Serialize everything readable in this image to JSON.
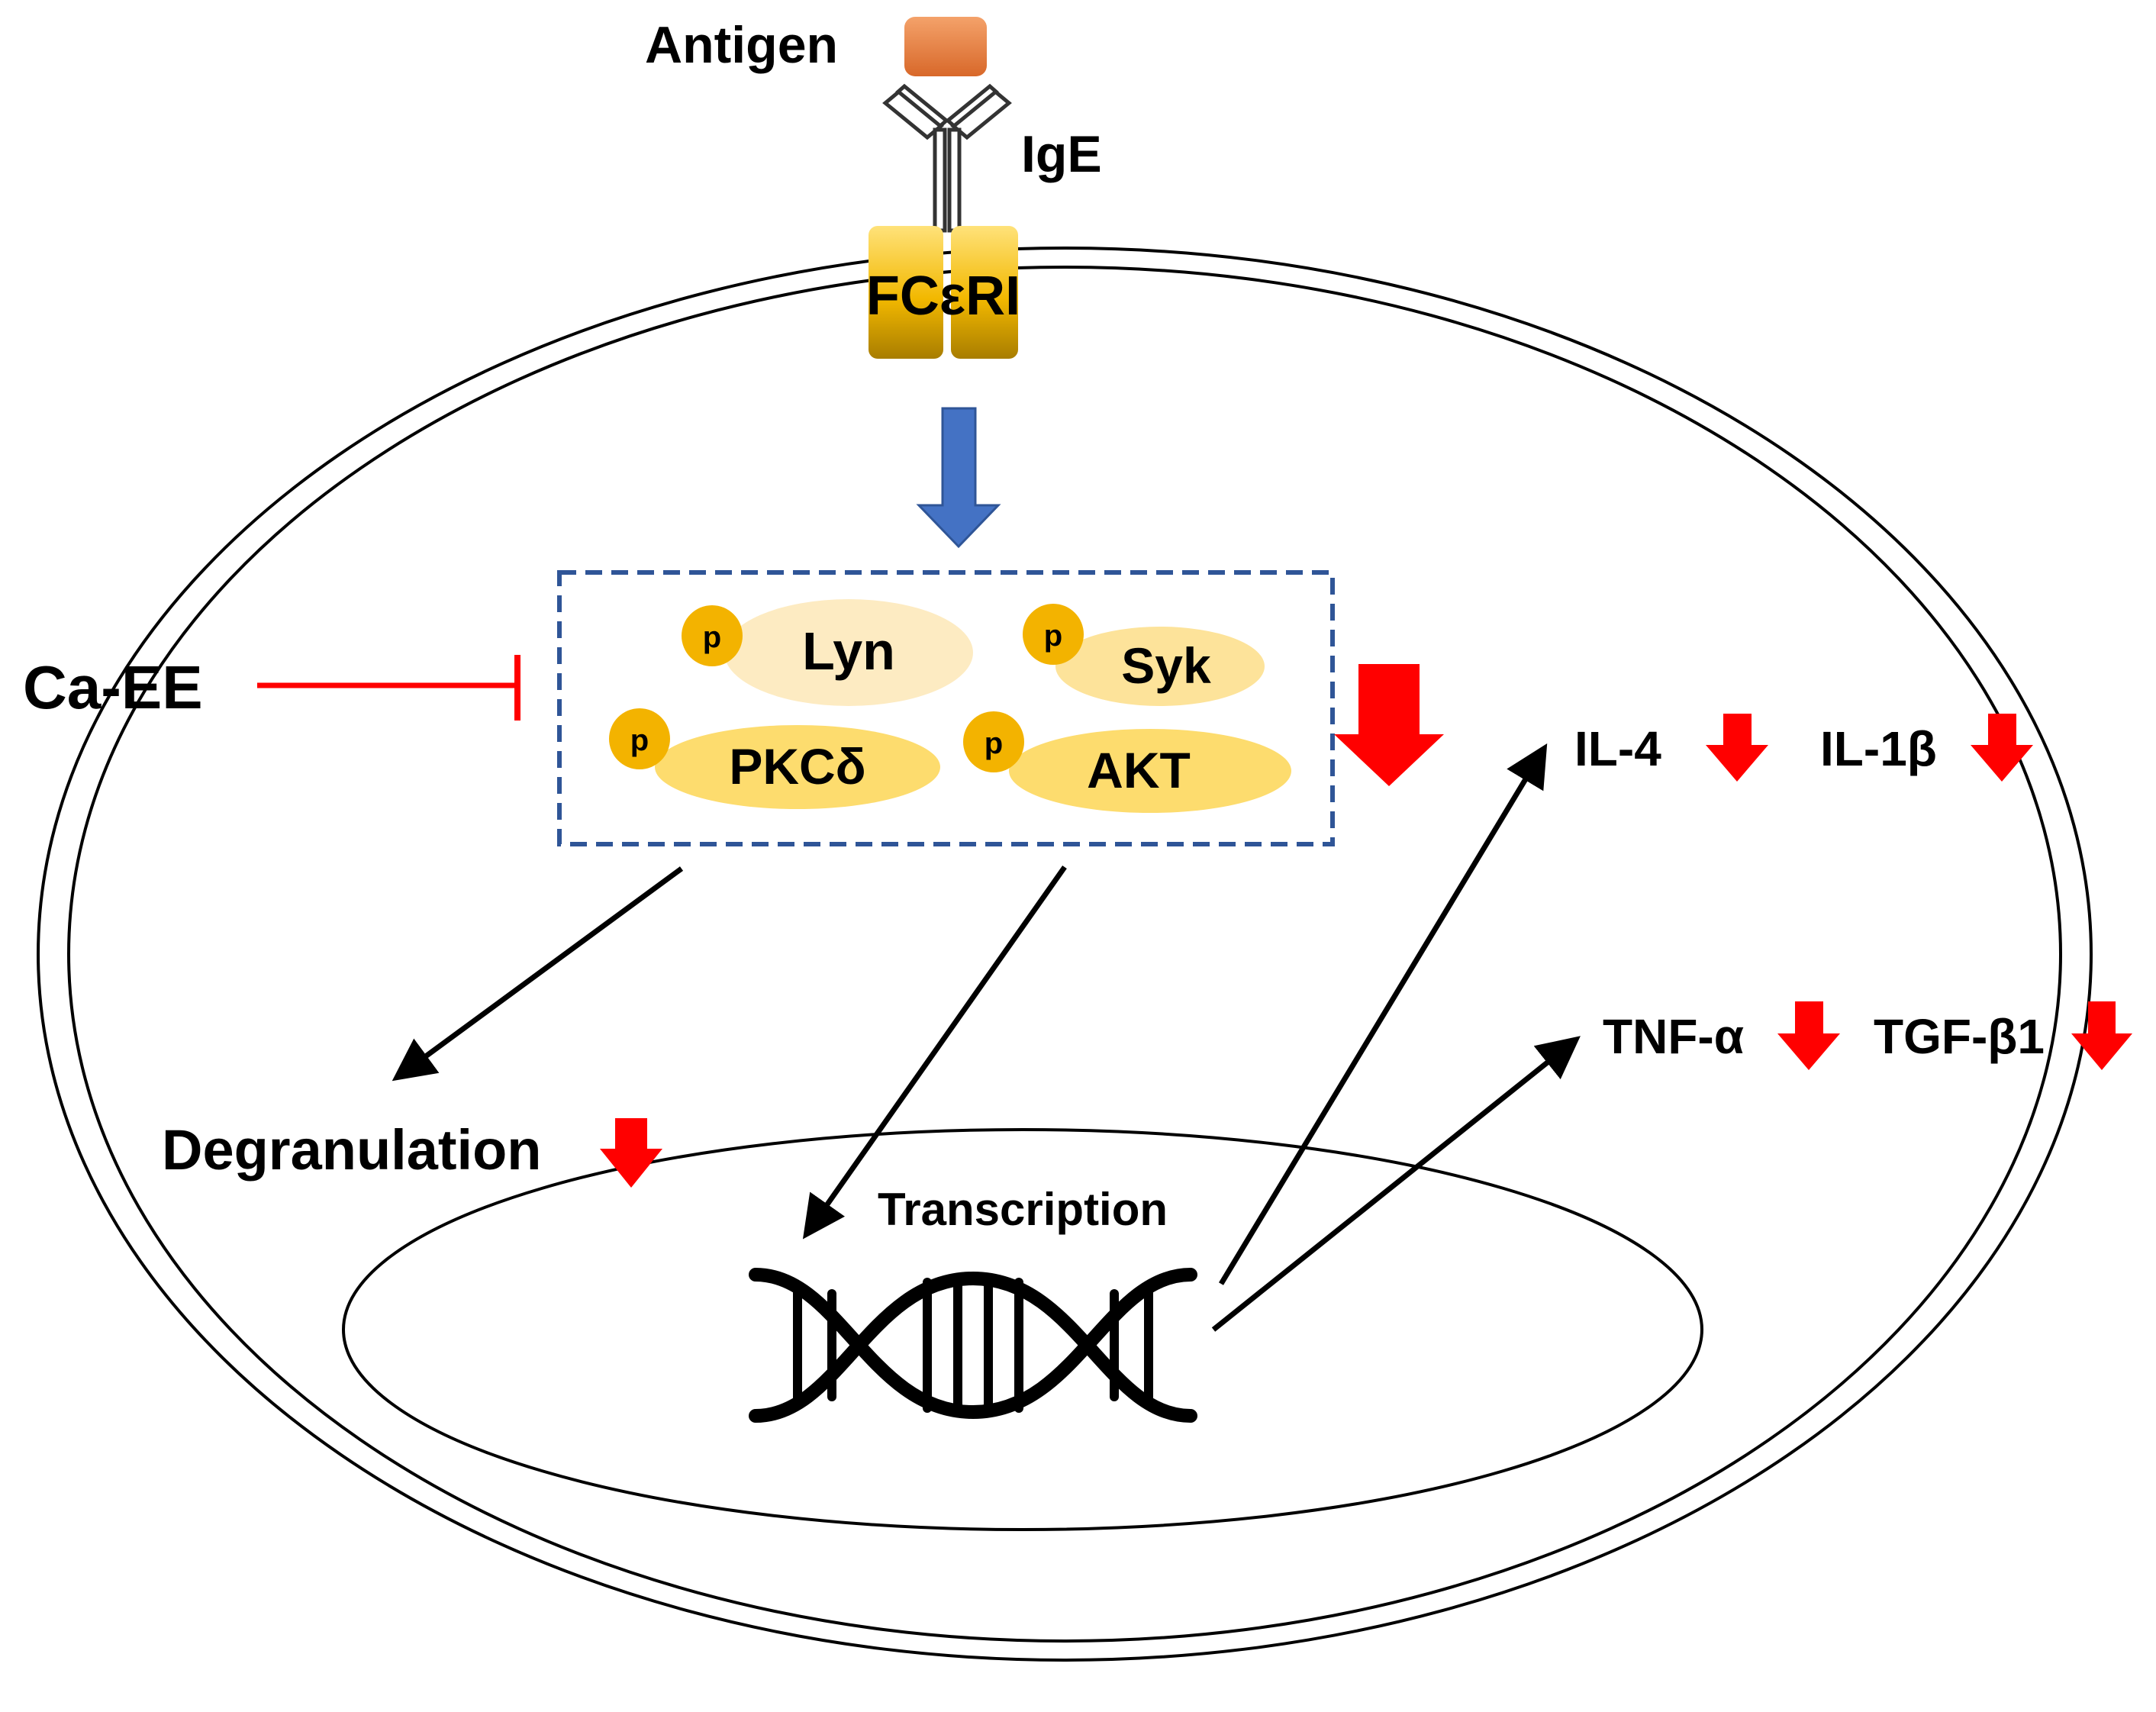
{
  "labels": {
    "antigen": "Antigen",
    "ige": "IgE",
    "receptor": "FCεRI",
    "inhibitor": "Ca-EE",
    "degranulation": "Degranulation",
    "transcription": "Transcription"
  },
  "kinases": {
    "phospho_tag": "p",
    "lyn": "Lyn",
    "syk": "Syk",
    "pkc": "PKCδ",
    "akt": "AKT"
  },
  "cytokines": {
    "il4": "IL-4",
    "il1b": "IL-1β",
    "tnfa": "TNF-α",
    "tgfb1": "TGF-β1"
  },
  "colors": {
    "antigen": "#E27836",
    "receptor": "#F2B800",
    "kinase_light": "#FDEBC2",
    "kinase_mid": "#FDDC6E",
    "phospho": "#F3B300",
    "signal_arrow": "#4472C4",
    "box_border": "#2F5597",
    "down_arrow": "#FF0000",
    "inhibition": "#FF0000"
  }
}
